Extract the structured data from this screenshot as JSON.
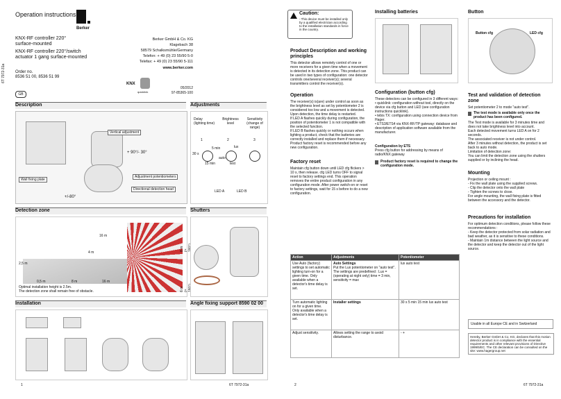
{
  "page1": {
    "title": "Operation instructions",
    "product_lines": [
      "KNX-RF controller 220°",
      "surface-mounted",
      "KNX-RF controller 220°/switch",
      "actuator 1 gang surface-mounted"
    ],
    "order_label": "Order no.",
    "order_numbers": "8536 51 00, 8536 51 99",
    "side_code": "6T 7972-31a",
    "lang_badge": "GB",
    "brand": "Berker",
    "company_lines": [
      "Berker GmbH & Co. KG",
      "Klagebach 38",
      "58579 Schalksmühle/Germany",
      "Telefon: + 49 (0) 23 55/90 5-0",
      "Telefax: + 49 (0) 23 55/90 5-111",
      "www.berker.com"
    ],
    "knx_label": "KNX",
    "quicklink_label": "quicklink",
    "date_code": "05/2012",
    "doc_code": "97-85365-100",
    "sections": {
      "description": "Description",
      "adjustments": "Adjustments",
      "detection_zone": "Detection zone",
      "shutters": "Shutters",
      "installation": "Installation",
      "angle_fixing": "Angle fixing support 8590 02 00"
    },
    "description_labels": [
      "Vertical adjustment",
      "+ 90°/- 30°",
      "Adjustment potentiometers",
      "Wall fixing plate",
      "Directional detection head",
      "+/-80°"
    ],
    "adjustments_labels": [
      "Delay (lighting time)",
      "Brightness level",
      "Sensitivity (change of range)",
      "LED A",
      "LED B"
    ],
    "adjustment_marks": [
      "1",
      "2",
      "3",
      "30 s",
      "5 min",
      "15 min",
      "lux",
      "auto",
      "test"
    ],
    "detection_labels": [
      "16 m",
      "4 m",
      "2,5 m",
      "0,5 m",
      "8 m",
      "16 m",
      "8 m (= 180°)",
      "6 m (= 180°)"
    ],
    "detection_caption": [
      "Optimal installation height is 2.5m.",
      "The detection zone shall remain free of obstacle."
    ],
    "page_number": "1",
    "footer_code": "6T 7972-31a"
  },
  "page2": {
    "caution_title": "Caution:",
    "caution_text": "- This device must be installed only by a qualified electrician according to the installation standards in force in the country.",
    "sections": {
      "installing_batteries": "Installing batteries",
      "button": "Button",
      "product_description": "Product Description and working principles",
      "operation": "Operation",
      "factory_reset": "Factory reset",
      "configuration": "Configuration (button cfg)",
      "test_validation": "Test and validation of detection zone",
      "mounting": "Mounting",
      "precautions": "Precautions for installation"
    },
    "button_labels": [
      "Button cfg",
      "LED cfg"
    ],
    "product_description_text": "This detector allows remotely control of one or more receivers for a given time when a movement is detected in its detection zone. This product can be used in two types of configuration: one detector controls one/several receiver(s); several transmitters control the receiver(s).",
    "operation_text": "The receiver(s) is(are) under control as soon as the brightness level as set by potentiometer 2 is considered too low and a movement is detected.\nUpon detection, the time delay is restarted.\nIf LED A flashes quickly during configuration, the position of potentiometer 1 is not compatible with the selected function.\nIf LED B flashes quickly or nothing occurs when lighting a product, check that the batteries are correctly installed and replace them if necessary. Product factory reset is recommended before any new configuration.",
    "factory_reset_text": "Maintain cfg button down until LED cfg flickers > 10 s, then release. cfg LED turns OFF to signal reset to factory settings end. This operation removes the entire product configuration in any configuration mode. After power switch-on or reset to factory settings, wait for 15 s before to do a new configuration.",
    "configuration_text": "These detectors can be configured in 3 different ways:\n• quicklink: configuration without tool, directly on the device via cfg button and LED (see configuration instructions quicklink).\n• tebis TX: configuration using connection device from Hager.\n• ETS3/ETS4 via KNX-RF/TP gateway: database and description of application software available from the manufacturer.",
    "config_ets_title": "Configuration by ETS",
    "config_ets_text": "Press cfg button for addressing by means of radio/KNX gateway",
    "factory_note": "Product factory reset is required to change the configuration mode.",
    "test_text": "Set potentiometer 2 to mode \"auto test\".",
    "test_note": "The test mode is available only once the product has been configured.",
    "test_text2": "The Test mode is available for 3 minutes time and does not take brightness level into account.\nEach detected movement turns LED A on for 2 seconds.\nThe associated receiver is not under control.\nAfter 3 minutes without detection, the product is set back to auto mode.\nLimitation of detection zone:\nYou can limit the detection zone using the shutters supplied or by inclining the head.",
    "mounting_text": "Projection or ceiling mount :\n- Fix the wall plate using the supplied screws.\n- Clip the detector onto the wall plate\n- Tighten the screws to close.\nFor angle mounting, the wall fixing plate is fitted between the accessory and the detector.",
    "precautions_text": "For optimum detection conditions, please follow these recommendations :\n- Keep the detector protected from solar radiation and bad weather, as it is sensitive to these conditions.\n- Maintain 1m distance between the light source and the detector and keep the detector out of the light source.",
    "table": {
      "headers": [
        "Action",
        "Adjustments",
        "Potentiometer"
      ],
      "rows": [
        {
          "action": "Use Auto (factory) settings to set automatic lighting turn-on for a given time. Only available when a detector's time delay is set.",
          "adjust_title": "Auto Settings",
          "adjust_text": "Put the Lux potentiometer on \"auto test\". The settings are predefined : Lux = (operating at night only) time = 3 min, sensitivity = max",
          "pot": "lux auto test"
        },
        {
          "action": "Turn automatic lighting on for a given time. Only available when a detector's time delay is set.",
          "adjust_title": "Installer settings",
          "adjust_text": "",
          "pot": "30 s 5 min 15 min lux auto test"
        },
        {
          "action": "Adjust sensitivity.",
          "adjust_title": "",
          "adjust_text": "Allows setting the range to avoid disturbance.",
          "pot": "- +"
        }
      ]
    },
    "eu_label": "Usable in all Europe",
    "ch_label": "and in Switzerland",
    "declaration": "Hereby, Berker GmbH & Co. KG, declares that this motion detector product is in compliance with the essential requirements and other relevant provisions of Directive 1999/5/EC. The CE declaration can be consulted on the site: www.hagergroup.net",
    "page_number": "2",
    "footer_code": "6T 7972-31a"
  }
}
